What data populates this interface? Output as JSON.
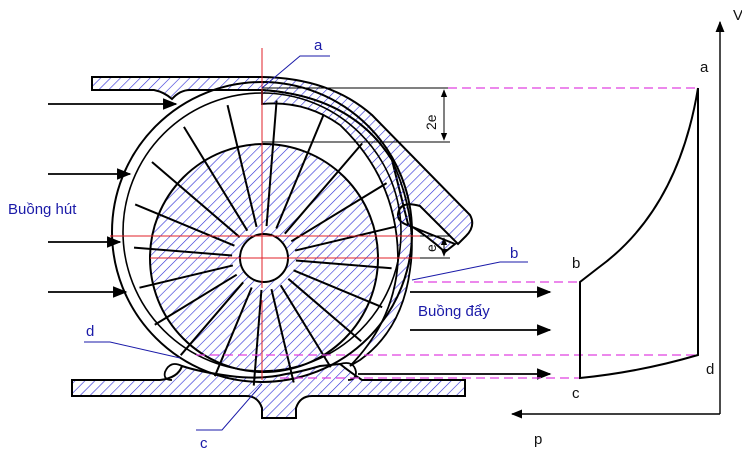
{
  "labels": {
    "suction_chamber": "Buồng hút",
    "discharge_chamber": "Buồng đẩy",
    "point_a_pump": "a",
    "point_b_pump": "b",
    "point_c_pump": "c",
    "point_d_pump": "d",
    "dim_2e": "2e",
    "dim_e": "e",
    "axis_v": "V",
    "axis_p": "p",
    "point_a_chart": "a",
    "point_b_chart": "b",
    "point_c_chart": "c",
    "point_d_chart": "d"
  },
  "colors": {
    "outline": "#000000",
    "hatch": "#2b2bd6",
    "center_line": "#e0202a",
    "projection_line": "#e040e0",
    "label_blue": "#1a1aa8",
    "label_black": "#111111"
  }
}
